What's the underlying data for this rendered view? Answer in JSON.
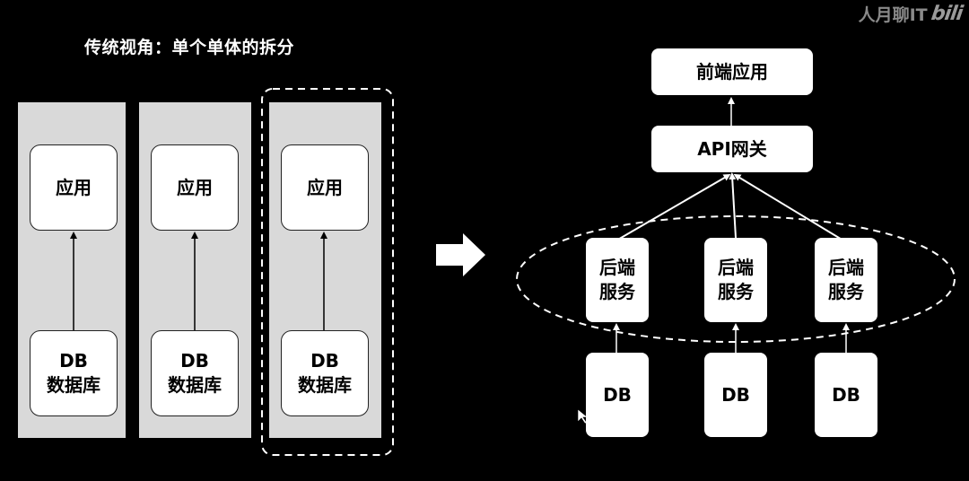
{
  "title": "传统视角：单个单体的拆分",
  "watermark": {
    "text": "人月聊IT",
    "logo": "bili"
  },
  "left": {
    "columns": [
      {
        "app": "应用",
        "db": "DB\n数据库"
      },
      {
        "app": "应用",
        "db": "DB\n数据库"
      },
      {
        "app": "应用",
        "db": "DB\n数据库"
      }
    ]
  },
  "right": {
    "frontend": "前端应用",
    "gateway": "API网关",
    "services": [
      "后端\n服务",
      "后端\n服务",
      "后端\n服务"
    ],
    "dbs": [
      "DB",
      "DB",
      "DB"
    ]
  },
  "colors": {
    "background": "#000000",
    "panel": "#d9d9d9",
    "box": "#ffffff",
    "line": "#ffffff"
  }
}
